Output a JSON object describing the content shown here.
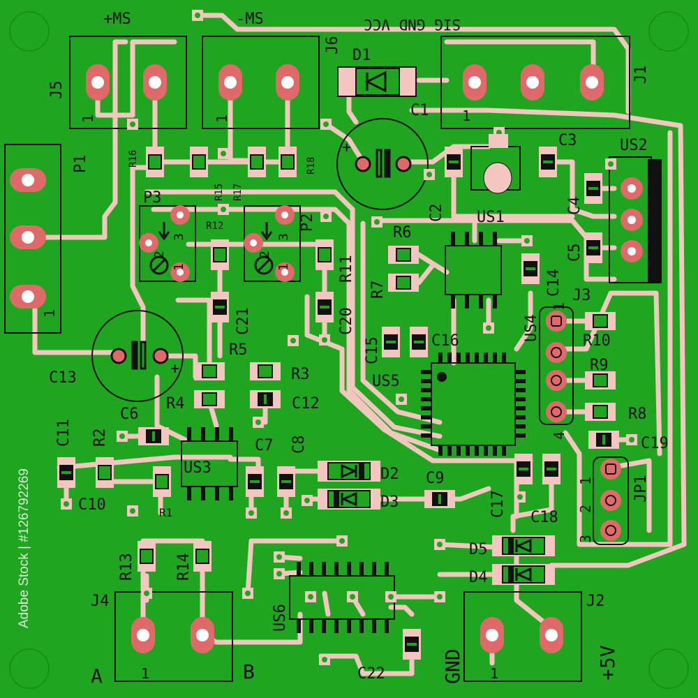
{
  "colors": {
    "board": "#1fa51f",
    "trace": "#f3c6bf",
    "pad": "#e06a6a",
    "silk": "#111111",
    "hole": "#ffffff",
    "mask_edge": "#2e8b2e"
  },
  "watermark": "Adobe Stock | #126792269",
  "connectors": {
    "j5": {
      "ref": "J5",
      "top_label": "+MS",
      "pin1": "1"
    },
    "j6": {
      "ref": "J6",
      "top_label": "-MS",
      "pin1": "1"
    },
    "j1": {
      "ref": "J1",
      "top_label": "SIG GND VCC",
      "pin1": "1"
    },
    "p1": {
      "ref": "P1",
      "pin1": "1"
    },
    "j4": {
      "ref": "J4",
      "left_label": "A",
      "right_label": "B",
      "pin1": "1"
    },
    "j2": {
      "ref": "J2",
      "left_label": "GND",
      "right_label": "+5V",
      "pin1": "1"
    },
    "j3": {
      "ref": "J3",
      "pin1": "1",
      "pin4": "4"
    },
    "jp1": {
      "ref": "JP1",
      "pins": [
        "1",
        "2",
        "3"
      ]
    }
  },
  "trimmers": {
    "p3": {
      "ref": "P3",
      "pins": [
        "1",
        "2",
        "3"
      ]
    },
    "p2": {
      "ref": "P2",
      "pins": [
        "1",
        "2",
        "3"
      ]
    }
  },
  "ics": [
    "US1",
    "US2",
    "US3",
    "US4",
    "US5",
    "US6"
  ],
  "diodes": [
    "D1",
    "D2",
    "D3",
    "D4",
    "D5"
  ],
  "resistors": [
    "R1",
    "R2",
    "R3",
    "R4",
    "R5",
    "R6",
    "R7",
    "R8",
    "R9",
    "R10",
    "R11",
    "R12",
    "R13",
    "R14",
    "R15",
    "R16",
    "R17",
    "R18"
  ],
  "capacitors": [
    "C1",
    "C2",
    "C3",
    "C4",
    "C5",
    "C6",
    "C7",
    "C8",
    "C9",
    "C10",
    "C11",
    "C12",
    "C13",
    "C14",
    "C15",
    "C16",
    "C17",
    "C18",
    "C19",
    "C20",
    "C21",
    "C22"
  ],
  "polarity_mark": "+"
}
